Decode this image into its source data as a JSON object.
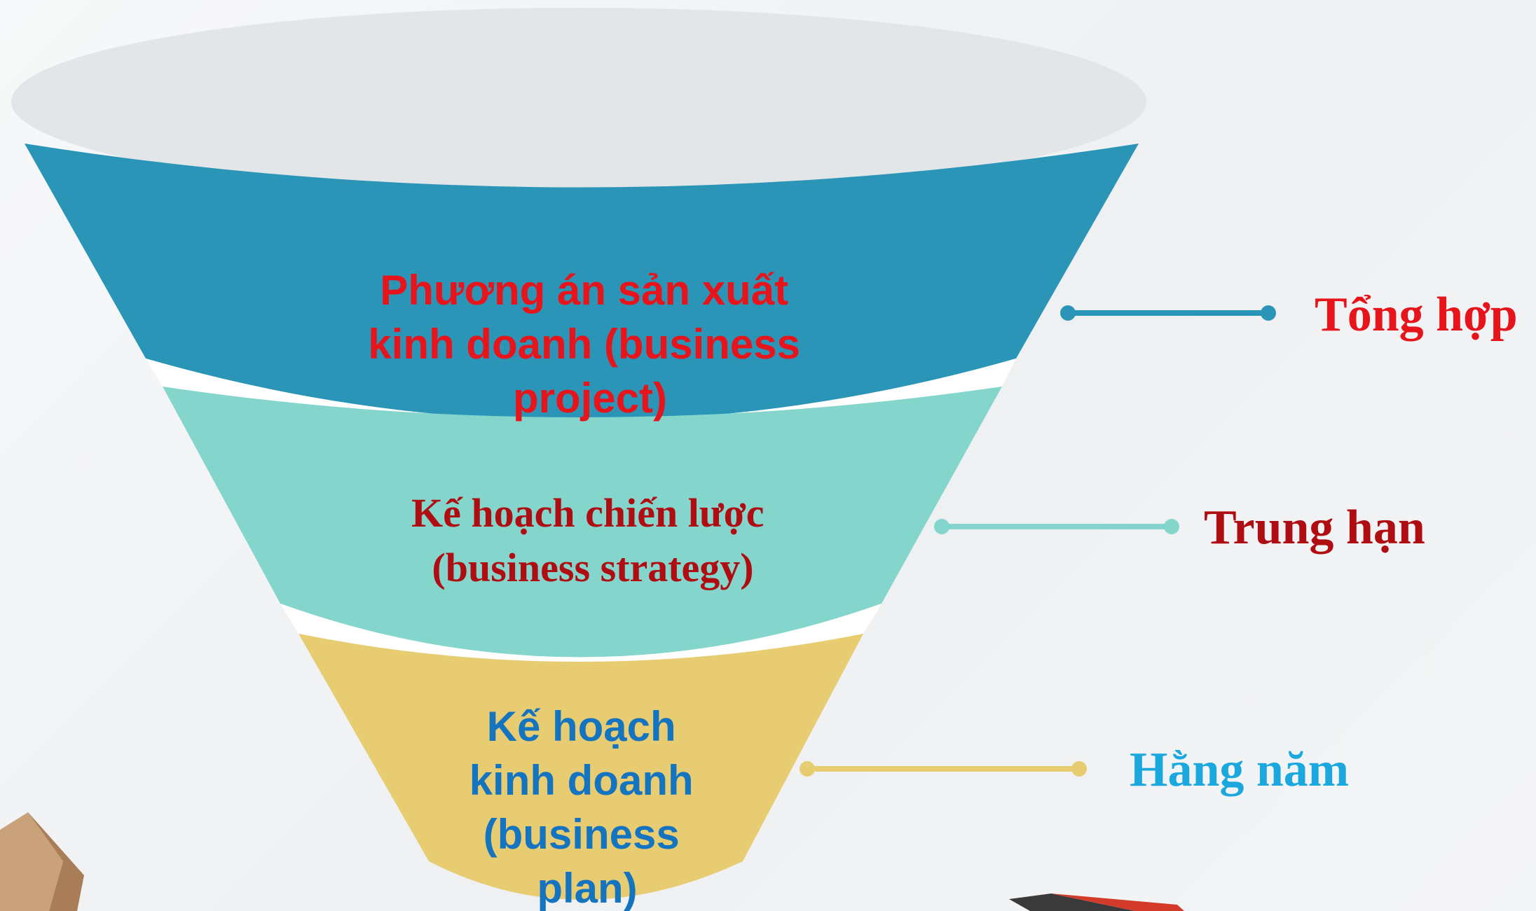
{
  "colors": {
    "top_ellipse": "#e3e6e9",
    "band_1": "#2b95b8",
    "band_2": "#84d6cc",
    "band_3": "#e8cc72",
    "separator": "#ffffff",
    "text_red": "#e8141c",
    "text_dark_red": "#b00d12",
    "text_blue": "#1574c0",
    "text_light_blue": "#1aa8df"
  },
  "funnel": {
    "levels": [
      {
        "text_lines": [
          "Phương án sản xuất",
          "kinh doanh (business",
          "project)"
        ],
        "label": "Tổng hợp"
      },
      {
        "text_lines": [
          "Kế hoạch chiến lược",
          "(business strategy)"
        ],
        "label": "Trung hạn"
      },
      {
        "text_lines": [
          "Kế hoạch",
          "kinh doanh",
          "(business",
          "plan)"
        ],
        "label": "Hằng năm"
      }
    ]
  }
}
